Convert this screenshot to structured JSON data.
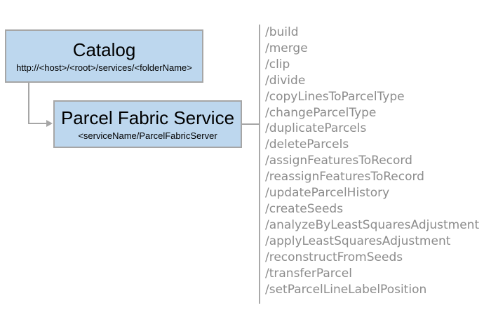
{
  "diagram": {
    "catalog_box": {
      "title": "Catalog",
      "subtitle": "http://<host>/<root>/services/<folderName>"
    },
    "service_box": {
      "title": "Parcel Fabric Service",
      "subtitle": "<serviceName/ParcelFabricServer"
    },
    "endpoints": [
      "/build",
      "/merge",
      "/clip",
      "/divide",
      "/copyLinesToParcelType",
      "/changeParcelType",
      "/duplicateParcels",
      "/deleteParcels",
      "/assignFeaturesToRecord",
      "/reassignFeaturesToRecord",
      "/updateParcelHistory",
      "/createSeeds",
      "/analyzeByLeastSquaresAdjustment",
      "/applyLeastSquaresAdjustment",
      "/reconstructFromSeeds",
      "/transferParcel",
      "/setParcelLineLabelPosition"
    ],
    "colors": {
      "box_fill": "#bdd7ee",
      "box_border": "#a6a6a6",
      "connector": "#a6a6a6",
      "rule": "#a9a9a9",
      "endpoint_text": "#8c8c8c",
      "title_text": "#000000"
    }
  }
}
